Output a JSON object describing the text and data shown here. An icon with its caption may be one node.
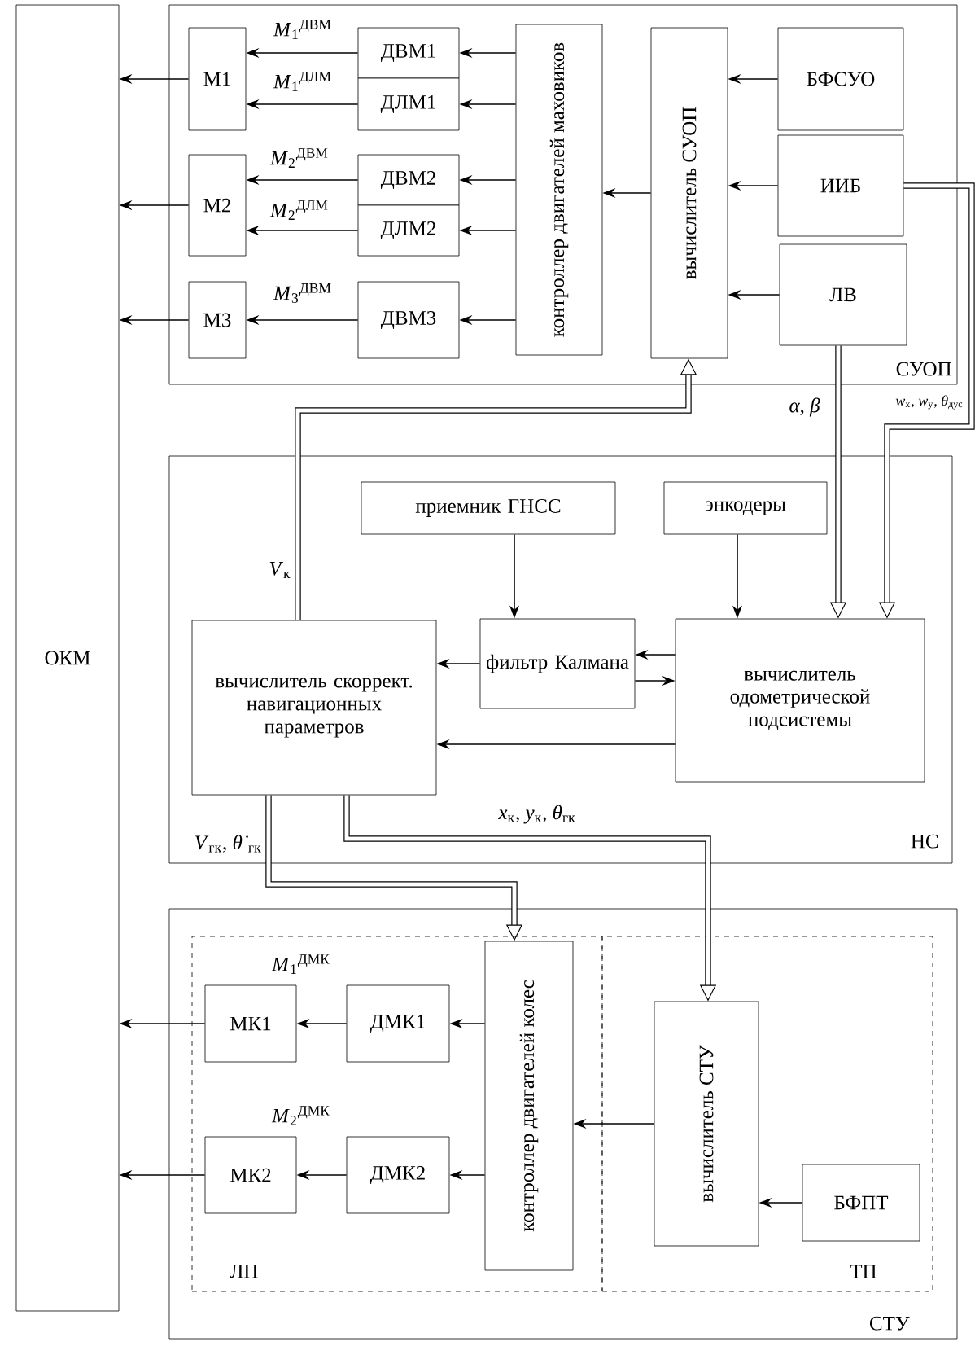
{
  "diagram": {
    "nodes": [
      {
        "text": [
          "ОКМ"
        ]
      },
      {
        "text": [
          "СУОП"
        ]
      },
      {
        "text": [
          "М1"
        ],
        "in": 1
      },
      {
        "text": [
          "ДВМ1"
        ],
        "in": 1
      },
      {
        "text": [
          "ДЛМ1"
        ],
        "in": 1
      },
      {
        "text": [
          "М2"
        ],
        "in": 1
      },
      {
        "text": [
          "ДВМ2"
        ],
        "in": 1
      },
      {
        "text": [
          "ДЛМ2"
        ],
        "in": 1
      },
      {
        "text": [
          "М3"
        ],
        "in": 1
      },
      {
        "text": [
          "ДВМ3"
        ],
        "in": 1
      },
      {
        "text": [
          "контроллер двигателей маховиков"
        ],
        "in": 1
      },
      {
        "text": [
          "вычислитель СУОП"
        ],
        "in": 1
      },
      {
        "text": [
          "БФСУО"
        ],
        "in": 1
      },
      {
        "text": [
          "ИИБ"
        ],
        "in": 1
      },
      {
        "text": [
          "ЛВ"
        ],
        "in": 1
      },
      {
        "text": [
          "НС"
        ]
      },
      {
        "text": [
          "приемник ГНСС"
        ],
        "in": 15
      },
      {
        "text": [
          "энкодеры"
        ],
        "in": 15
      },
      {
        "text": [
          "вычислитель скоррект. навигационных параметров"
        ],
        "in": 15
      },
      {
        "text": [
          "фильтр Калмана"
        ],
        "in": 15
      },
      {
        "text": [
          "вычислитель одометрической подсистемы"
        ],
        "in": 15
      },
      {
        "text": [
          "СТУ"
        ]
      },
      {
        "text": [
          "ЛП"
        ],
        "in": 21
      },
      {
        "text": [
          "ТП"
        ],
        "in": 21
      },
      {
        "text": [
          "МК1"
        ],
        "in": 22
      },
      {
        "text": [
          "ДМК1"
        ],
        "in": 22
      },
      {
        "text": [
          "МК2"
        ],
        "in": 22
      },
      {
        "text": [
          "ДМК2"
        ],
        "in": 22
      },
      {
        "text": [
          "контроллер двигателей колес"
        ],
        "in": 22
      },
      {
        "text": [
          "вычислитель СТУ"
        ],
        "in": 23
      },
      {
        "text": [
          "БФПТ"
        ],
        "in": 23
      }
    ],
    "edges": [
      {
        "from": 2,
        "to": 0,
        "arrow": "to"
      },
      {
        "from": 5,
        "to": 0,
        "arrow": "to"
      },
      {
        "from": 8,
        "to": 0,
        "arrow": "to"
      },
      {
        "from": 3,
        "to": 2,
        "arrow": "to",
        "label": "*M*$_{1}$$^{ДВМ}$"
      },
      {
        "from": 4,
        "to": 2,
        "arrow": "to",
        "label": "*M*$_{1}$$^{ДЛМ}$"
      },
      {
        "from": 6,
        "to": 5,
        "arrow": "to",
        "label": "*M*$_{2}$$^{ДВМ}$"
      },
      {
        "from": 7,
        "to": 5,
        "arrow": "to",
        "label": "*M*$_{2}$$^{ДЛМ}$"
      },
      {
        "from": 9,
        "to": 8,
        "arrow": "to",
        "label": "*M*$_{3}$$^{ДВМ}$"
      },
      {
        "from": 10,
        "to": 3,
        "arrow": "to"
      },
      {
        "from": 10,
        "to": 4,
        "arrow": "to"
      },
      {
        "from": 10,
        "to": 6,
        "arrow": "to"
      },
      {
        "from": 10,
        "to": 7,
        "arrow": "to"
      },
      {
        "from": 10,
        "to": 9,
        "arrow": "to"
      },
      {
        "from": 11,
        "to": 10,
        "arrow": "to"
      },
      {
        "from": 12,
        "to": 11,
        "arrow": "to"
      },
      {
        "from": 13,
        "to": 11,
        "arrow": "to"
      },
      {
        "from": 14,
        "to": 11,
        "arrow": "to"
      },
      {
        "from": 18,
        "to": 11,
        "arrow": "to",
        "style": "thick",
        "label": "*V*$_{к}$"
      },
      {
        "from": 14,
        "to": 20,
        "arrow": "to",
        "style": "thick",
        "label": "*α*, *β*"
      },
      {
        "from": 13,
        "to": 20,
        "arrow": "to",
        "style": "thick",
        "label": "*w*$_{x}$, *w*$_{y}$, *θ*$_{дус}$"
      },
      {
        "from": 16,
        "to": 19,
        "arrow": "to"
      },
      {
        "from": 17,
        "to": 20,
        "arrow": "to"
      },
      {
        "from": 19,
        "to": 18,
        "arrow": "to"
      },
      {
        "from": 20,
        "to": 19,
        "arrow": "to"
      },
      {
        "from": 19,
        "to": 20,
        "arrow": "to"
      },
      {
        "from": 20,
        "to": 18,
        "arrow": "to"
      },
      {
        "from": 18,
        "to": 28,
        "arrow": "to",
        "style": "thick",
        "label": "*V*$_{гк}$, *θ̇*$_{гк}$"
      },
      {
        "from": 18,
        "to": 29,
        "arrow": "to",
        "style": "thick",
        "label": "*x*$_{к}$, *y*$_{к}$, *θ*$_{гк}$"
      },
      {
        "from": 24,
        "to": 0,
        "arrow": "to"
      },
      {
        "from": 26,
        "to": 0,
        "arrow": "to"
      },
      {
        "from": 25,
        "to": 24,
        "arrow": "to",
        "label": "*M*$_{1}$$^{ДМК}$"
      },
      {
        "from": 27,
        "to": 26,
        "arrow": "to",
        "label": "*M*$_{2}$$^{ДМК}$"
      },
      {
        "from": 28,
        "to": 25,
        "arrow": "to"
      },
      {
        "from": 28,
        "to": 27,
        "arrow": "to"
      },
      {
        "from": 29,
        "to": 28,
        "arrow": "to"
      },
      {
        "from": 30,
        "to": 29,
        "arrow": "to"
      }
    ]
  }
}
